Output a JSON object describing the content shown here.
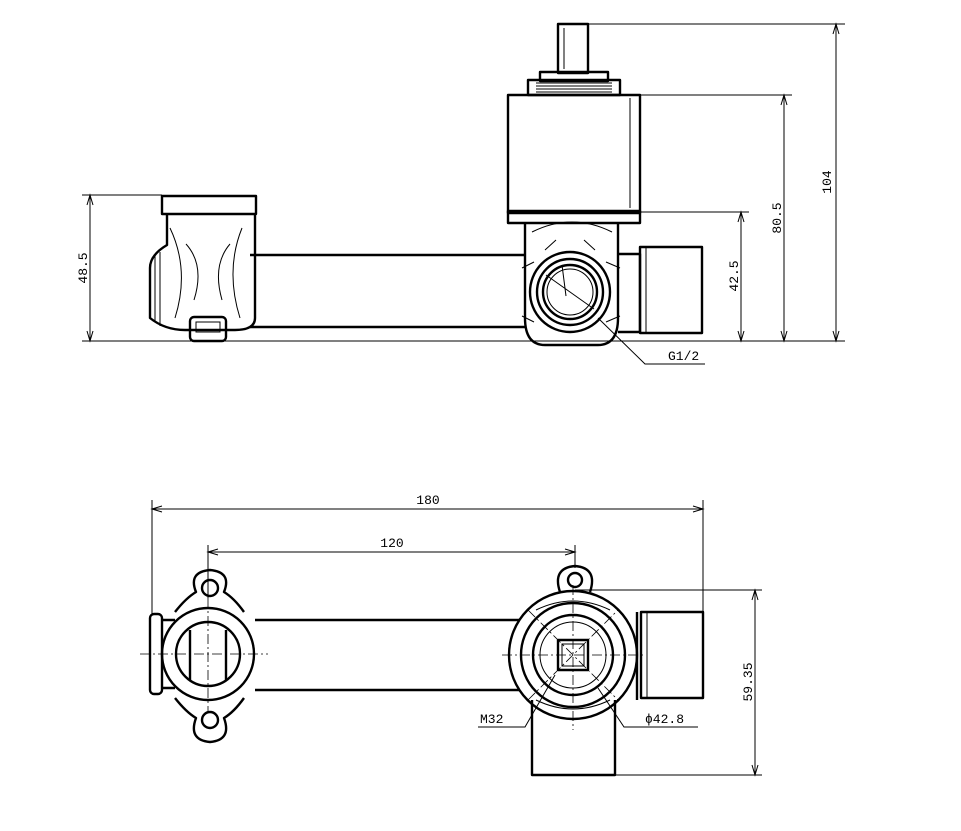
{
  "side_view": {
    "dimensions": {
      "overall_height": "104",
      "cartridge_top_height": "80.5",
      "outlet_height": "42.5",
      "left_body_height": "48.5"
    },
    "thread_callout": "G1/2"
  },
  "top_view": {
    "dimensions": {
      "overall_length": "180",
      "center_distance": "120",
      "depth": "59.35"
    },
    "thread_callout": "M32",
    "diameter_callout": "ϕ42.8"
  }
}
